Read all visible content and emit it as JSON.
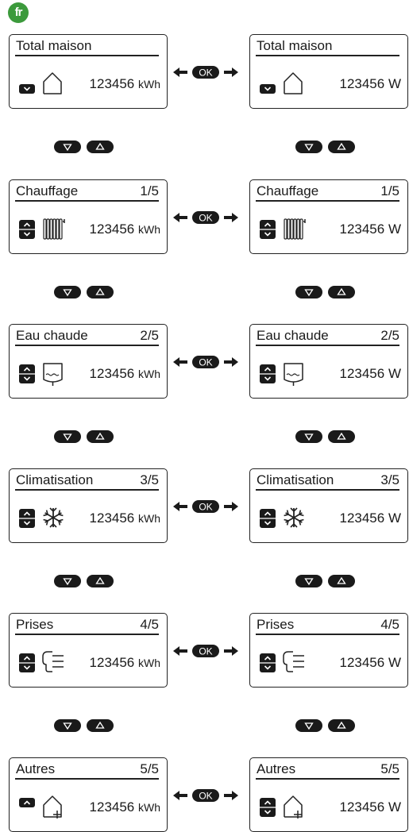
{
  "language_badge": "fr",
  "ok_label": "OK",
  "rows": [
    {
      "title": "Total maison",
      "page": "",
      "arrows": "down",
      "icon": "house-icon",
      "value": "123456",
      "unit_left": "kWh",
      "unit_right": "W"
    },
    {
      "title": "Chauffage",
      "page": "1/5",
      "arrows": "updown",
      "icon": "radiator-icon",
      "value": "123456",
      "unit_left": "kWh",
      "unit_right": "W"
    },
    {
      "title": "Eau chaude",
      "page": "2/5",
      "arrows": "updown",
      "icon": "water-heater-icon",
      "value": "123456",
      "unit_left": "kWh",
      "unit_right": "W"
    },
    {
      "title": "Climatisation",
      "page": "3/5",
      "arrows": "updown",
      "icon": "snowflake-icon",
      "value": "123456",
      "unit_left": "kWh",
      "unit_right": "W"
    },
    {
      "title": "Prises",
      "page": "4/5",
      "arrows": "updown",
      "icon": "plug-icon",
      "value": "123456",
      "unit_left": "kWh",
      "unit_right": "W"
    },
    {
      "title": "Autres",
      "page": "5/5",
      "arrows": "up",
      "arrows_right": "updown",
      "icon": "house-plus-icon",
      "value": "123456",
      "unit_left": "kWh",
      "unit_right": "W"
    }
  ],
  "colors": {
    "badge": "#3c9a3c",
    "key": "#1a1a1a",
    "ink": "#222222"
  }
}
